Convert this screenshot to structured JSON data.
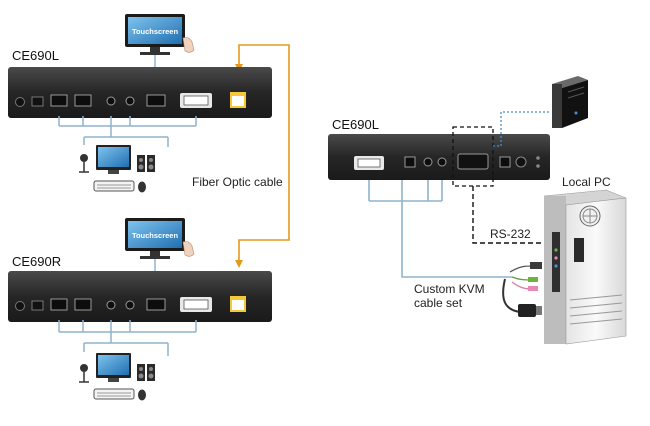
{
  "labels": {
    "ce690l_left": "CE690L",
    "ce690r_left": "CE690R",
    "ce690l_right": "CE690L",
    "fiber_optic": "Fiber Optic cable",
    "touchscreen_top": "Touchscreen",
    "touchscreen_bottom": "Touchscreen",
    "rs232": "RS-232",
    "custom_kvm_line1": "Custom KVM",
    "custom_kvm_line2": "cable set",
    "local_pc": "Local PC"
  },
  "colors": {
    "device_body": "#262626",
    "fiber_cable": "#e39a1c",
    "kvm_cable": "#8fb4cc",
    "rs232_line": "#111111",
    "serial_line": "#4a8fc9",
    "screen": "#2b7fc0"
  },
  "icons": [
    "touchscreen-monitor-icon",
    "computer-monitor-icon",
    "microphone-icon",
    "speakers-icon",
    "keyboard-icon",
    "mouse-icon",
    "desktop-tower-icon",
    "server-icon",
    "kvm-cable-plugs-icon"
  ]
}
